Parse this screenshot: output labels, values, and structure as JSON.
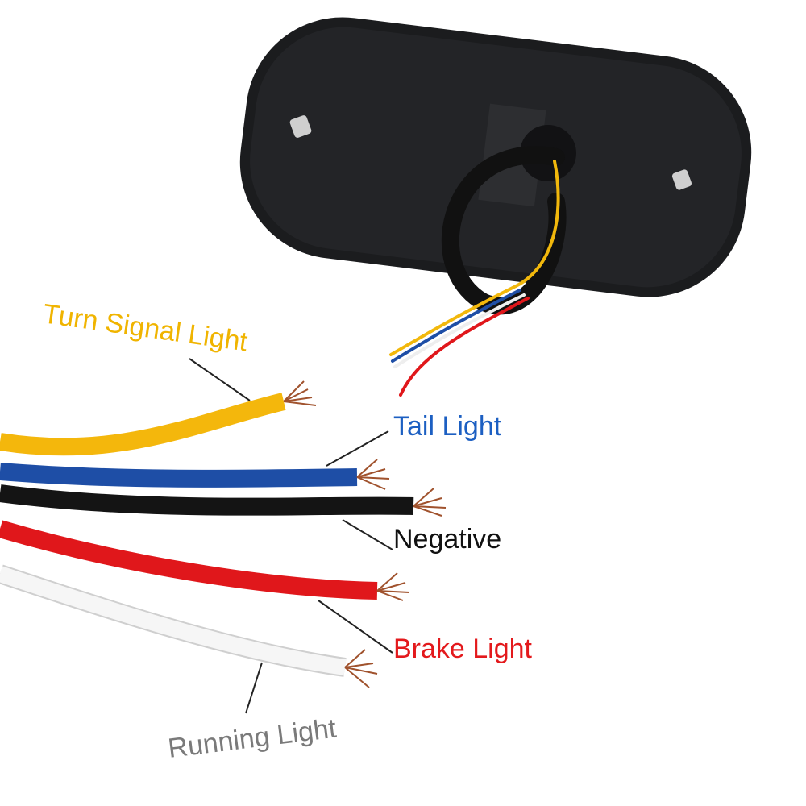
{
  "labels": {
    "turn_signal": "Turn Signal Light",
    "tail": "Tail Light",
    "negative": "Negative",
    "brake": "Brake Light",
    "running": "Running Light"
  },
  "colors": {
    "turn_signal": "#f0b400",
    "tail": "#1c5fc2",
    "negative": "#111111",
    "brake": "#e3191c",
    "running": "#7a7a7a",
    "wire_yellow": "#f4b70c",
    "wire_blue": "#1e4ea6",
    "wire_black": "#141414",
    "wire_red": "#e0171b",
    "wire_white": "#f4f4f4",
    "housing": "#1b1c1e",
    "copper": "#a0522d"
  }
}
